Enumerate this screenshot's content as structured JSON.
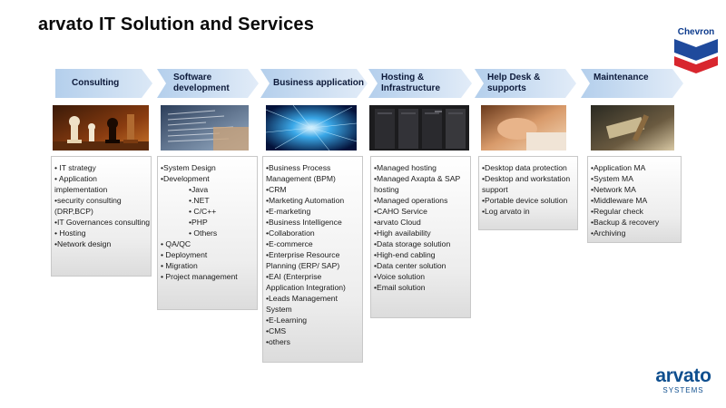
{
  "title": "arvato IT Solution and Services",
  "logos": {
    "chevron": "Chevron",
    "arvato": "arvato",
    "arvato_sub": "SYSTEMS"
  },
  "columns": [
    {
      "header": [
        "Consulting"
      ],
      "items": [
        "• IT strategy",
        "• Application implementation",
        "•security consulting (DRP,BCP)",
        "•IT Governances consulting",
        "• Hosting",
        "•Network design"
      ]
    },
    {
      "header": [
        "Software",
        "development"
      ],
      "items": [
        "•System Design",
        "•Development",
        "•Java",
        "•.NET",
        "• C/C++",
        "•PHP",
        "• Others",
        "• QA/QC",
        "• Deployment",
        "• Migration",
        "• Project management"
      ]
    },
    {
      "header": [
        "Business application"
      ],
      "items": [
        "•Business Process Management (BPM)",
        "•CRM",
        "•Marketing Automation",
        "•E-marketing",
        "•Business Intelligence",
        "•Collaboration",
        "•E-commerce",
        "•Enterprise Resource Planning (ERP/ SAP)",
        "•EAI (Enterprise Application Integration)",
        "•Leads Management System",
        "•E-Learning",
        "•CMS",
        "•others"
      ]
    },
    {
      "header": [
        "Hosting &",
        "Infrastructure"
      ],
      "items": [
        "•Managed hosting",
        "•Managed Axapta & SAP hosting",
        "•Managed operations",
        "•CAHO Service",
        "•arvato Cloud",
        "•High availability",
        "•Data storage solution",
        "•High-end cabling",
        "•Data center solution",
        "•Voice solution",
        "•Email solution"
      ]
    },
    {
      "header": [
        "Help Desk &",
        "supports"
      ],
      "items": [
        "•Desktop data protection",
        "•Desktop and workstation support",
        "•Portable device solution",
        "•Log arvato in"
      ]
    },
    {
      "header": [
        "Maintenance"
      ],
      "items": [
        "•Application MA",
        "•System MA",
        "•Network MA",
        "•Middleware MA",
        "•Regular check",
        "•Backup & recovery",
        "•Archiving"
      ]
    }
  ],
  "colors": {
    "arrow_fill": "#b9d3ee",
    "arrow_light": "#e8f1fb",
    "text": "#1a1a1a",
    "chevron_red": "#d8262e",
    "chevron_blue": "#1f4a9c"
  }
}
